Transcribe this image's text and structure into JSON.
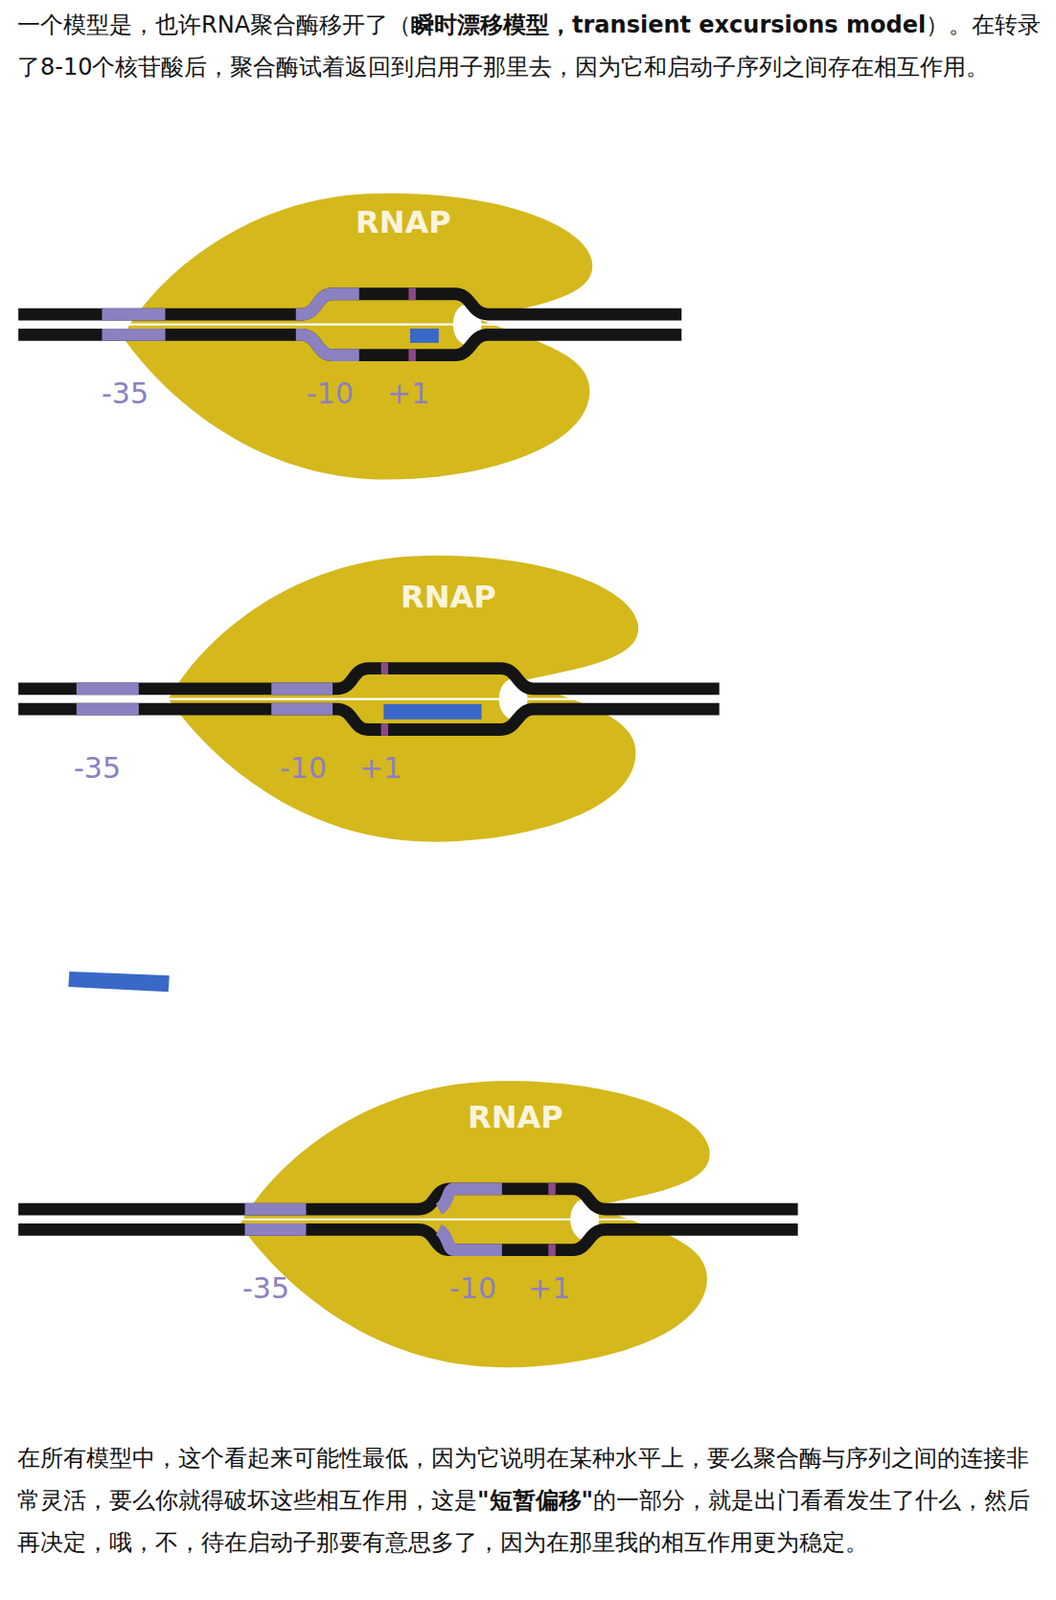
{
  "diagram": {
    "nodes": [
      {
        "text": [
          "RNAP"
        ]
      },
      {
        "text": [
          "RNAP"
        ]
      },
      {
        "text": [
          "RNAP"
        ]
      }
    ],
    "labels": [
      "一个模型是，也许RNA聚合酶移开了（",
      "瞬时漂移模型，transient excursions model",
      "）。在转录了8-10个核苷酸后，聚合酶试着返回到启用子那里去，因为它和启动子序列之间存在相互作用。",
      "-35",
      "-10",
      "+1",
      "-35",
      "-10",
      "+1",
      "-35",
      "-10",
      "+1",
      "在所有模型中，这个看起来可能性最低，因为它说明在某种水平上，要么聚合酶与序列之间的连接非常灵活，要么你就得破坏这些相互作用，这是",
      "\"短暂偏移\"",
      "的一部分，就是出门看看发生了什么，然后再决定，哦，不，待在启动子那要有意思多了，因为在那里我的相互作用更为稳定。"
    ]
  }
}
